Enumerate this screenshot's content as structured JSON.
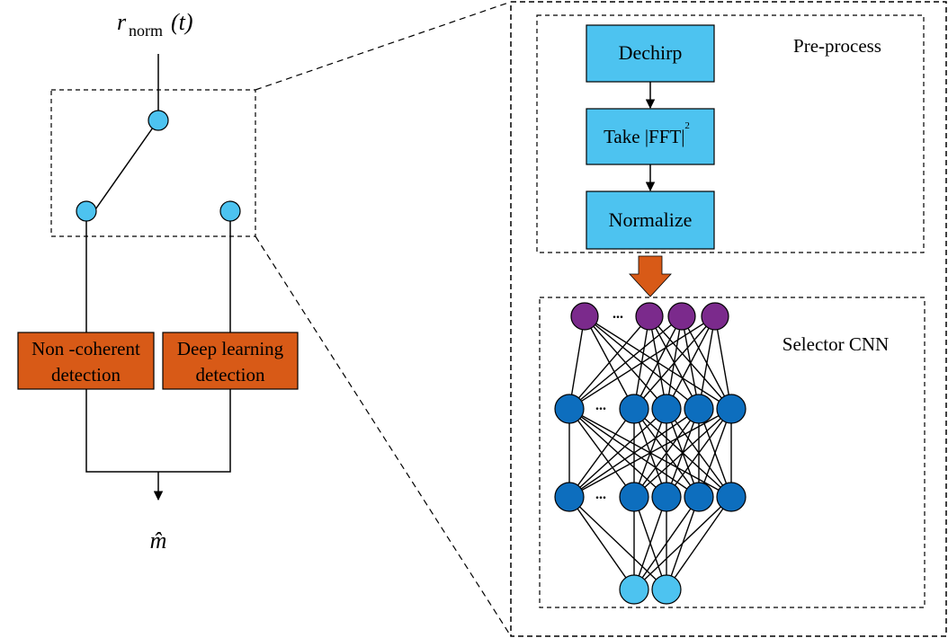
{
  "input_label": {
    "main": "r",
    "sub": "norm",
    "arg": "(t)"
  },
  "output_label": "m̂",
  "detectors": {
    "noncoherent": [
      "Non -coherent",
      "detection"
    ],
    "deep_learning": [
      "Deep learning",
      "detection"
    ]
  },
  "preprocess": {
    "title": "Pre-process",
    "steps": {
      "dechirp": "Dechirp",
      "fft_prefix": "Take |FFT|",
      "fft_power": "2",
      "normalize": "Normalize"
    }
  },
  "cnn": {
    "title": "Selector CNN",
    "ellipsis": "..."
  },
  "colors": {
    "node_light": "#4dc3f0",
    "node_dark": "#0d6ebe",
    "node_purple": "#7b2a8c",
    "detector_fill": "#d85a17",
    "process_fill": "#4dc3f0",
    "arrow_fill": "#d85a17"
  }
}
